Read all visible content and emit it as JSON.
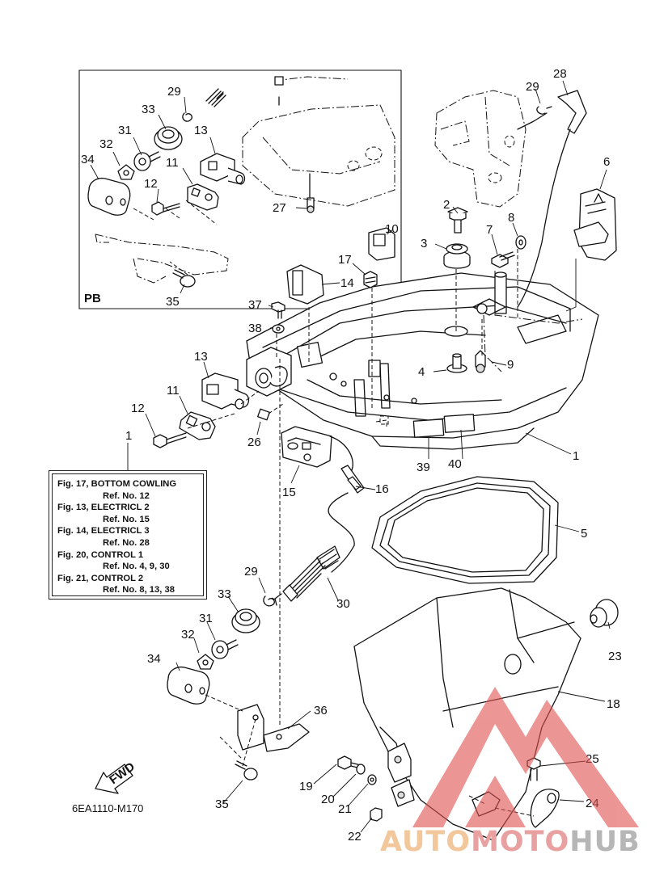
{
  "inset": {
    "label": "PB"
  },
  "callouts": {
    "inset": [
      "29",
      "33",
      "31",
      "32",
      "34",
      "13",
      "11",
      "12",
      "27",
      "35"
    ],
    "main": [
      "28",
      "29",
      "6",
      "2",
      "8",
      "3",
      "7",
      "10",
      "17",
      "14",
      "37",
      "38",
      "13",
      "11",
      "12",
      "1",
      "4",
      "9",
      "26",
      "39",
      "40",
      "1",
      "15",
      "16",
      "5",
      "30",
      "29",
      "33",
      "31",
      "23",
      "32",
      "34",
      "18",
      "36",
      "25",
      "24",
      "19",
      "20",
      "21",
      "35",
      "22"
    ]
  },
  "reference_box": {
    "lines": [
      {
        "fig": "Fig. 17, BOTTOM COWLING",
        "ref": "Ref. No. 12"
      },
      {
        "fig": "Fig. 13, ELECTRICL 2",
        "ref": "Ref. No. 15"
      },
      {
        "fig": "Fig. 14, ELECTRICL 3",
        "ref": "Ref. No. 28"
      },
      {
        "fig": "Fig. 20, CONTROL 1",
        "ref": "Ref. No. 4, 9, 30"
      },
      {
        "fig": "Fig. 21, CONTROL 2",
        "ref": "Ref. No. 8, 13, 38"
      }
    ]
  },
  "fwd_label": "FWD",
  "diagram_code": "6EA1110-M170",
  "watermark": {
    "part1": "AUTO",
    "part2": "MOTO",
    "part3": "HUB"
  },
  "colors": {
    "line": "#111111",
    "watermark_red": "#e05050",
    "watermark_orange": "#f0b070",
    "watermark_gray": "#a0a0a0"
  }
}
